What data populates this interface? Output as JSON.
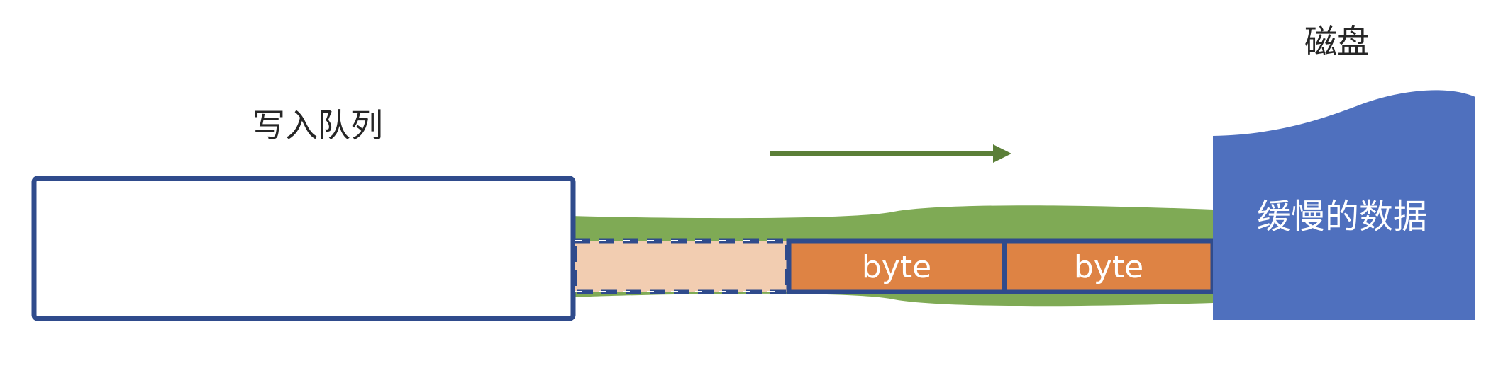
{
  "labels": {
    "write_queue": "写入队列",
    "disk": "磁盘",
    "slow_data": "缓慢的数据"
  },
  "blocks": [
    {
      "label": "byte"
    },
    {
      "label": "byte"
    }
  ],
  "colors": {
    "outline": "#2F4B8C",
    "pipe": "#7FAA55",
    "arrow": "#5B7F38",
    "block": "#DE8344",
    "pending_block": "#F2CDB1",
    "disk": "#4F70BE"
  }
}
